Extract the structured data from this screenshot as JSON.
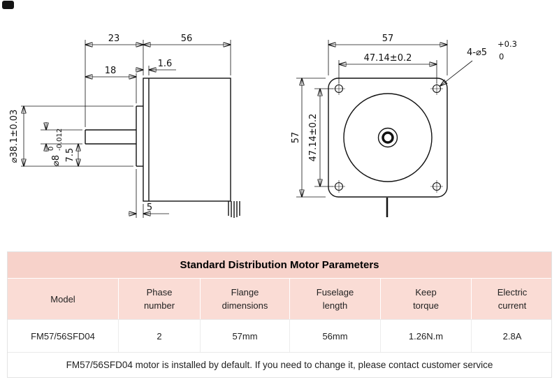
{
  "drawing": {
    "side": {
      "dim_front_length": "23",
      "dim_body_length": "56",
      "dim_flange_thickness": "1.6",
      "dim_shaft_length": "18",
      "dim_boss_diameter": "⌀38.1±0.03",
      "shaft_diameter": "⌀8",
      "shaft_tol_upper": "0",
      "shaft_tol_lower": "-0.012",
      "dim_shaft_step": "7.5",
      "dim_boss_height": "5"
    },
    "front": {
      "dim_width": "57",
      "dim_hole_spacing_h": "47.14±0.2",
      "hole_callout": "4-⌀5",
      "hole_tol_upper": "+0.3",
      "hole_tol_lower": "0",
      "dim_height": "57",
      "dim_hole_spacing_v": "47.14±0.2"
    }
  },
  "table": {
    "title": "Standard Distribution Motor Parameters",
    "headers": [
      {
        "line1": "Model",
        "line2": ""
      },
      {
        "line1": "Phase",
        "line2": "number"
      },
      {
        "line1": "Flange",
        "line2": "dimensions"
      },
      {
        "line1": "Fuselage",
        "line2": "length"
      },
      {
        "line1": "Keep",
        "line2": "torque"
      },
      {
        "line1": "Electric",
        "line2": "current"
      }
    ],
    "row": [
      "FM57/56SFD04",
      "2",
      "57mm",
      "56mm",
      "1.26N.m",
      "2.8A"
    ],
    "footer": "FM57/56SFD04 motor is installed by default. If you need to change it, please contact customer service"
  },
  "colors": {
    "title_pink": "#f7d2ca",
    "header_pink": "#fadcd5",
    "line_color": "#111111",
    "border_gray": "#e9e9e9"
  }
}
